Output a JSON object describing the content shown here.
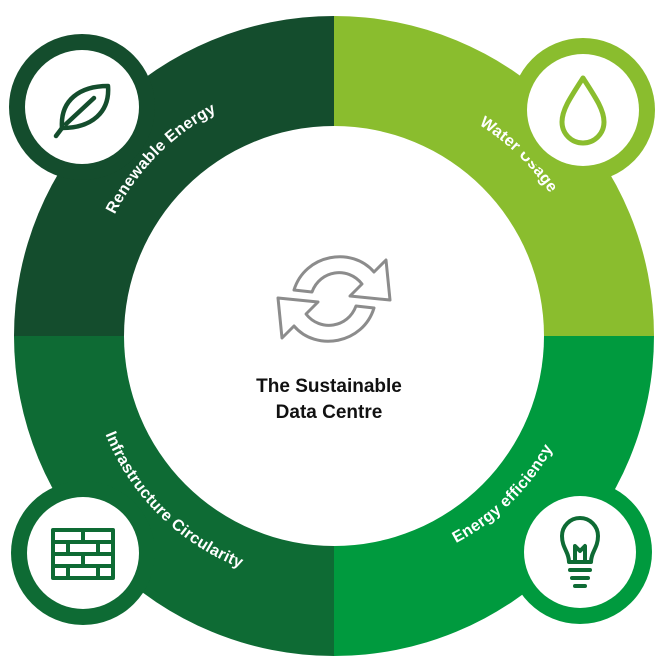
{
  "center": {
    "title_line1": "The Sustainable",
    "title_line2": "Data Centre",
    "icon": "recycle-arrows-icon"
  },
  "segments": [
    {
      "id": "renewable",
      "label": "Renewable Energy",
      "icon": "leaf-icon",
      "color": "#144d2d"
    },
    {
      "id": "water",
      "label": "Water Usage",
      "icon": "water-drop-icon",
      "color": "#8abd2e"
    },
    {
      "id": "efficiency",
      "label": "Energy efficiency",
      "icon": "lightbulb-icon",
      "color": "#009a3e"
    },
    {
      "id": "circularity",
      "label": "Infrastructure Circularity",
      "icon": "brick-wall-icon",
      "color": "#0e6b34"
    }
  ]
}
